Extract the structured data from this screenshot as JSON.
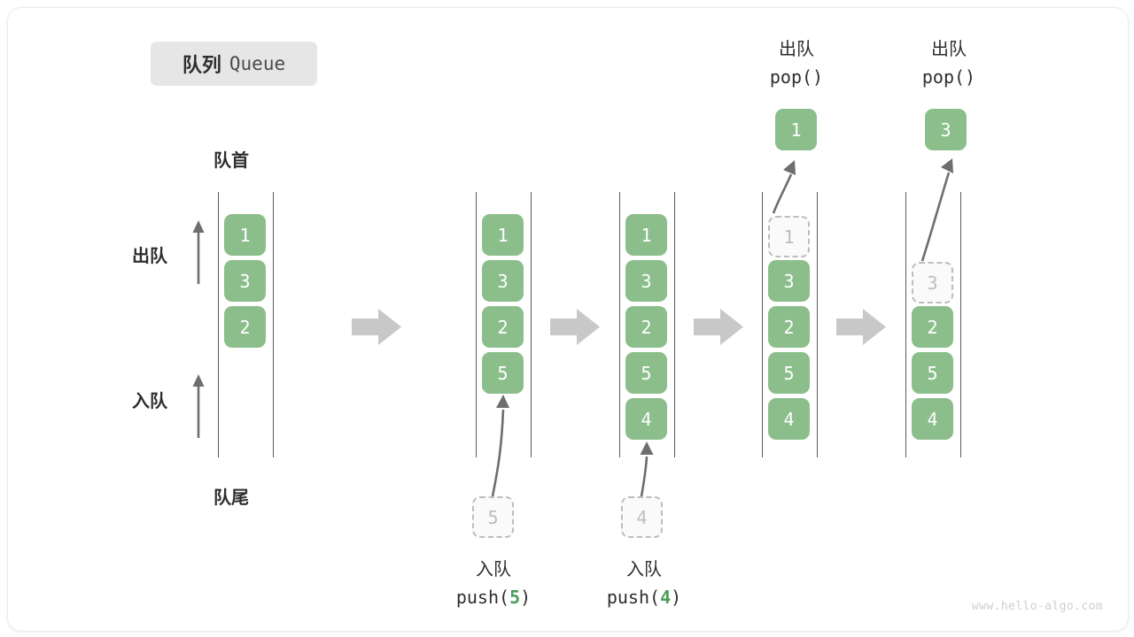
{
  "title": {
    "cn": "队列",
    "en": "Queue"
  },
  "labels": {
    "front": "队首",
    "rear": "队尾",
    "dequeue_side": "出队",
    "enqueue_side": "入队"
  },
  "watermark": "www.hello-algo.com",
  "colors": {
    "cell_fill": "#8cbe8c",
    "cell_text": "#ffffff",
    "ghost_stroke": "#bdbdbd",
    "ghost_fill": "#fafafa",
    "rail": "#5a5a5a",
    "arrow": "#6e6e6e",
    "step_arrow": "#c8c8c8",
    "accent_value": "#4a9e58",
    "chip_bg": "#e6e6e6"
  },
  "columns": [
    {
      "id": "initial",
      "cells": [
        {
          "value": "1",
          "state": "filled"
        },
        {
          "value": "3",
          "state": "filled"
        },
        {
          "value": "2",
          "state": "filled"
        }
      ]
    },
    {
      "id": "after-push-5",
      "cells": [
        {
          "value": "1",
          "state": "filled"
        },
        {
          "value": "3",
          "state": "filled"
        },
        {
          "value": "2",
          "state": "filled"
        },
        {
          "value": "5",
          "state": "filled"
        }
      ]
    },
    {
      "id": "after-push-4",
      "cells": [
        {
          "value": "1",
          "state": "filled"
        },
        {
          "value": "3",
          "state": "filled"
        },
        {
          "value": "2",
          "state": "filled"
        },
        {
          "value": "5",
          "state": "filled"
        },
        {
          "value": "4",
          "state": "filled"
        }
      ]
    },
    {
      "id": "after-pop-1",
      "cells": [
        {
          "value": "1",
          "state": "ghost"
        },
        {
          "value": "3",
          "state": "filled"
        },
        {
          "value": "2",
          "state": "filled"
        },
        {
          "value": "5",
          "state": "filled"
        },
        {
          "value": "4",
          "state": "filled"
        }
      ]
    },
    {
      "id": "after-pop-3",
      "cells": [
        {
          "value": "",
          "state": "empty"
        },
        {
          "value": "3",
          "state": "ghost"
        },
        {
          "value": "2",
          "state": "filled"
        },
        {
          "value": "5",
          "state": "filled"
        },
        {
          "value": "4",
          "state": "filled"
        }
      ]
    }
  ],
  "operations": {
    "push5": {
      "cn": "入队",
      "code_prefix": "push(",
      "value": "5",
      "code_suffix": ")",
      "ghost_value": "5"
    },
    "push4": {
      "cn": "入队",
      "code_prefix": "push(",
      "value": "4",
      "code_suffix": ")",
      "ghost_value": "4"
    },
    "pop1": {
      "cn": "出队",
      "code": "pop()",
      "popped_value": "1"
    },
    "pop3": {
      "cn": "出队",
      "code": "pop()",
      "popped_value": "3"
    }
  }
}
